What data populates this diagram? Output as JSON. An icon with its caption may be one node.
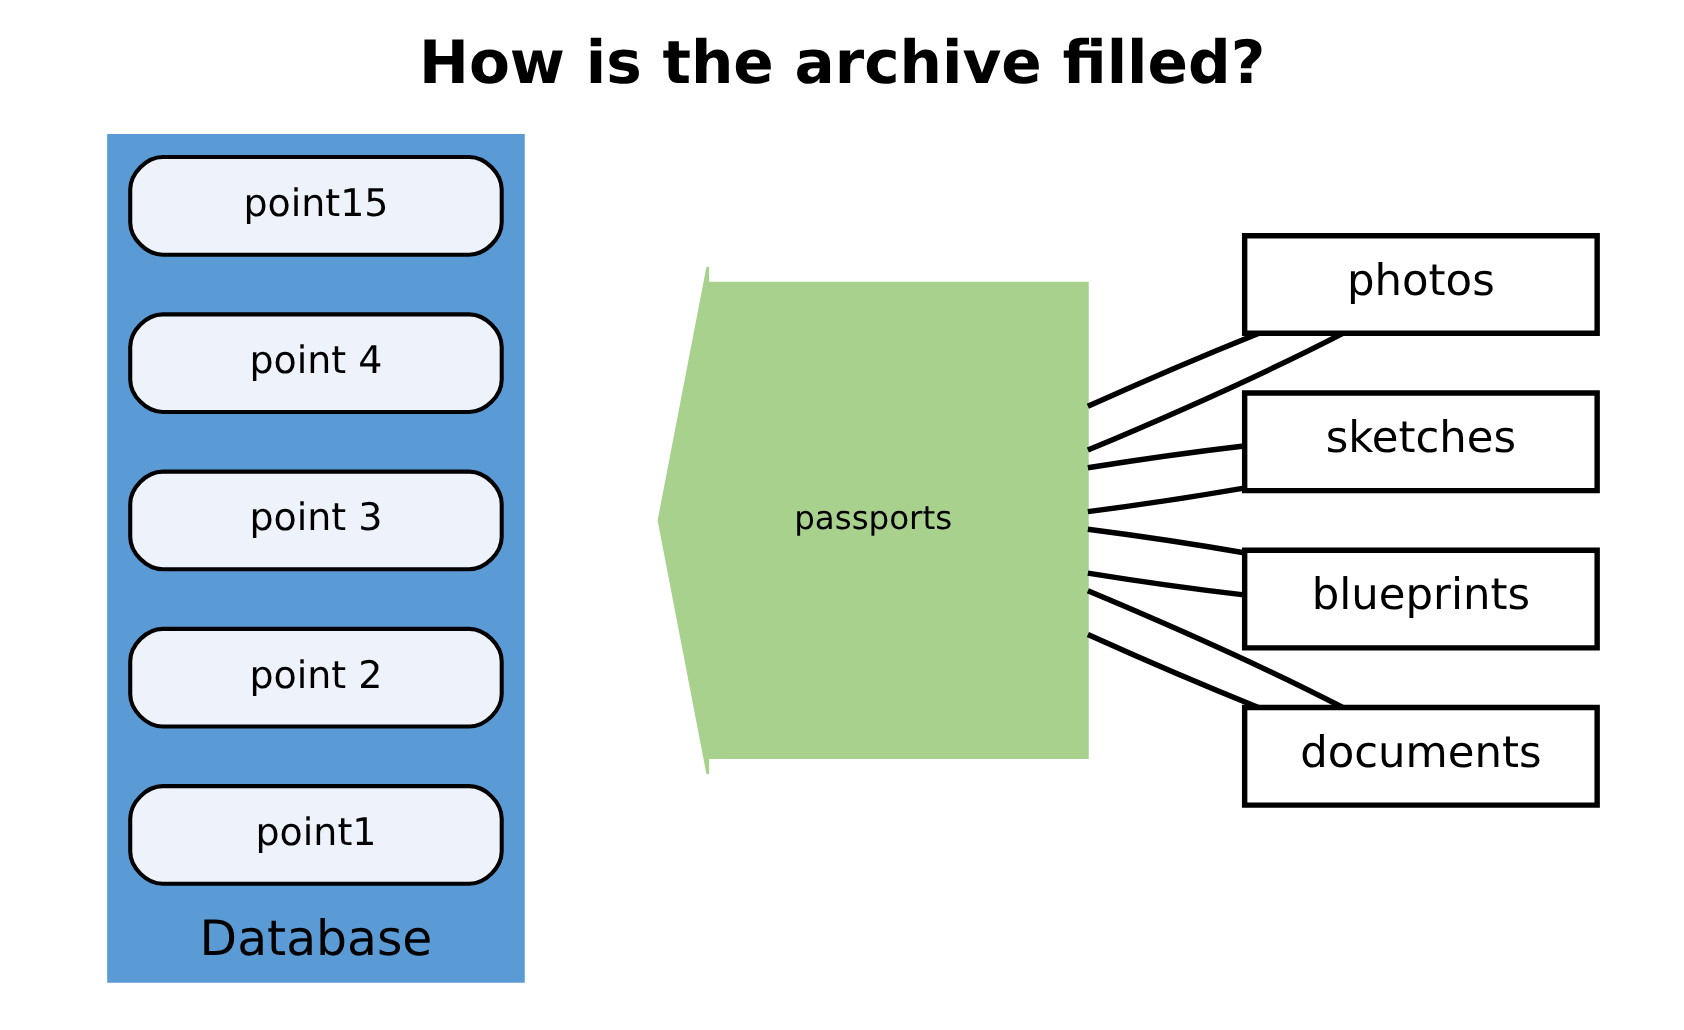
{
  "diagram": {
    "title": "How is the archive filled?",
    "nodes": [
      {
        "text": [
          "Database"
        ]
      },
      {
        "text": [
          "point1"
        ],
        "in": 0
      },
      {
        "text": [
          "point 2"
        ],
        "in": 0
      },
      {
        "text": [
          "point 3"
        ],
        "in": 0
      },
      {
        "text": [
          "point 4"
        ],
        "in": 0
      },
      {
        "text": [
          "point15"
        ],
        "in": 0
      },
      {
        "text": [
          "passports"
        ]
      },
      {
        "text": [
          "photos"
        ]
      },
      {
        "text": [
          "sketches"
        ]
      },
      {
        "text": [
          "blueprints"
        ]
      },
      {
        "text": [
          "documents"
        ]
      }
    ],
    "edges": [
      {
        "from": 6,
        "to": 7,
        "arrow": "none"
      },
      {
        "from": 6,
        "to": 7,
        "arrow": "none"
      },
      {
        "from": 6,
        "to": 8,
        "arrow": "none"
      },
      {
        "from": 6,
        "to": 8,
        "arrow": "none"
      },
      {
        "from": 6,
        "to": 9,
        "arrow": "none"
      },
      {
        "from": 6,
        "to": 9,
        "arrow": "none"
      },
      {
        "from": 6,
        "to": 10,
        "arrow": "none"
      },
      {
        "from": 6,
        "to": 10,
        "arrow": "none"
      }
    ]
  }
}
